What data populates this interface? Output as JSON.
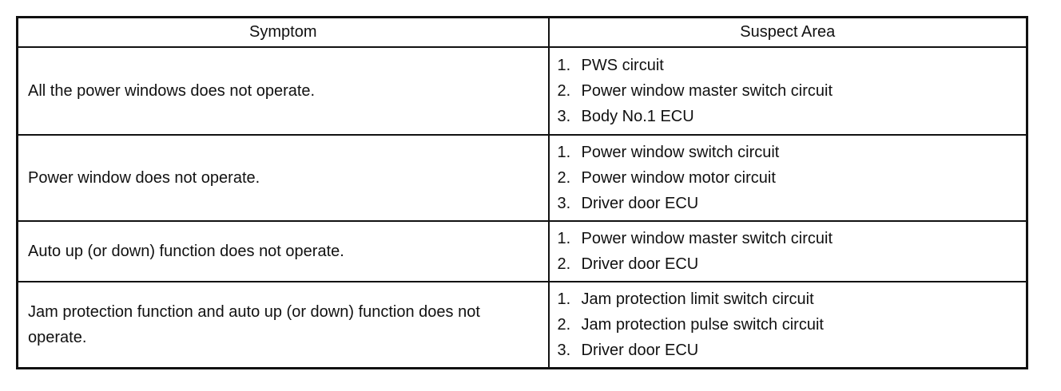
{
  "table": {
    "headers": {
      "symptom": "Symptom",
      "suspect_area": "Suspect Area"
    },
    "rows": [
      {
        "symptom": "All the power windows does not operate.",
        "areas": [
          {
            "num": "1.",
            "text": "PWS circuit"
          },
          {
            "num": "2.",
            "text": "Power window master switch circuit"
          },
          {
            "num": "3.",
            "text": "Body No.1 ECU"
          }
        ]
      },
      {
        "symptom": "Power window does not operate.",
        "areas": [
          {
            "num": "1.",
            "text": "Power window switch circuit"
          },
          {
            "num": "2.",
            "text": "Power window motor circuit"
          },
          {
            "num": "3.",
            "text": "Driver door ECU"
          }
        ]
      },
      {
        "symptom": "Auto up (or down) function does not operate.",
        "areas": [
          {
            "num": "1.",
            "text": "Power window master switch circuit"
          },
          {
            "num": "2.",
            "text": "Driver door ECU"
          }
        ]
      },
      {
        "symptom": "Jam protection function and auto up (or down) function does not operate.",
        "areas": [
          {
            "num": "1.",
            "text": "Jam protection limit switch circuit"
          },
          {
            "num": "2.",
            "text": "Jam protection pulse switch circuit"
          },
          {
            "num": "3.",
            "text": "Driver door ECU"
          }
        ]
      }
    ]
  }
}
